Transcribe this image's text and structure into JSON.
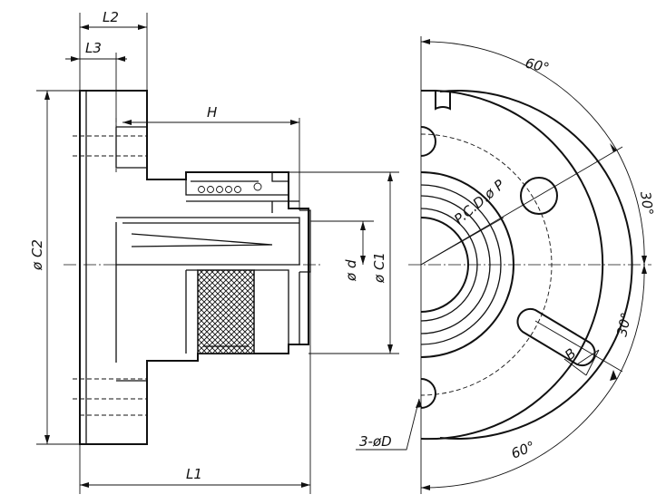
{
  "side_view": {
    "labels": {
      "L2": "L2",
      "L3": "L3",
      "H": "H",
      "C2": "ø C2",
      "d": "ø d",
      "C1": "ø C1",
      "L1": "L1"
    }
  },
  "front_view": {
    "labels": {
      "angle_top": "60°",
      "angle_right_upper": "30°",
      "angle_right_lower": "30°",
      "angle_bottom": "60°",
      "pcd": "P.C.D.ø P",
      "slot_width": "B",
      "holes": "3-øD"
    }
  }
}
